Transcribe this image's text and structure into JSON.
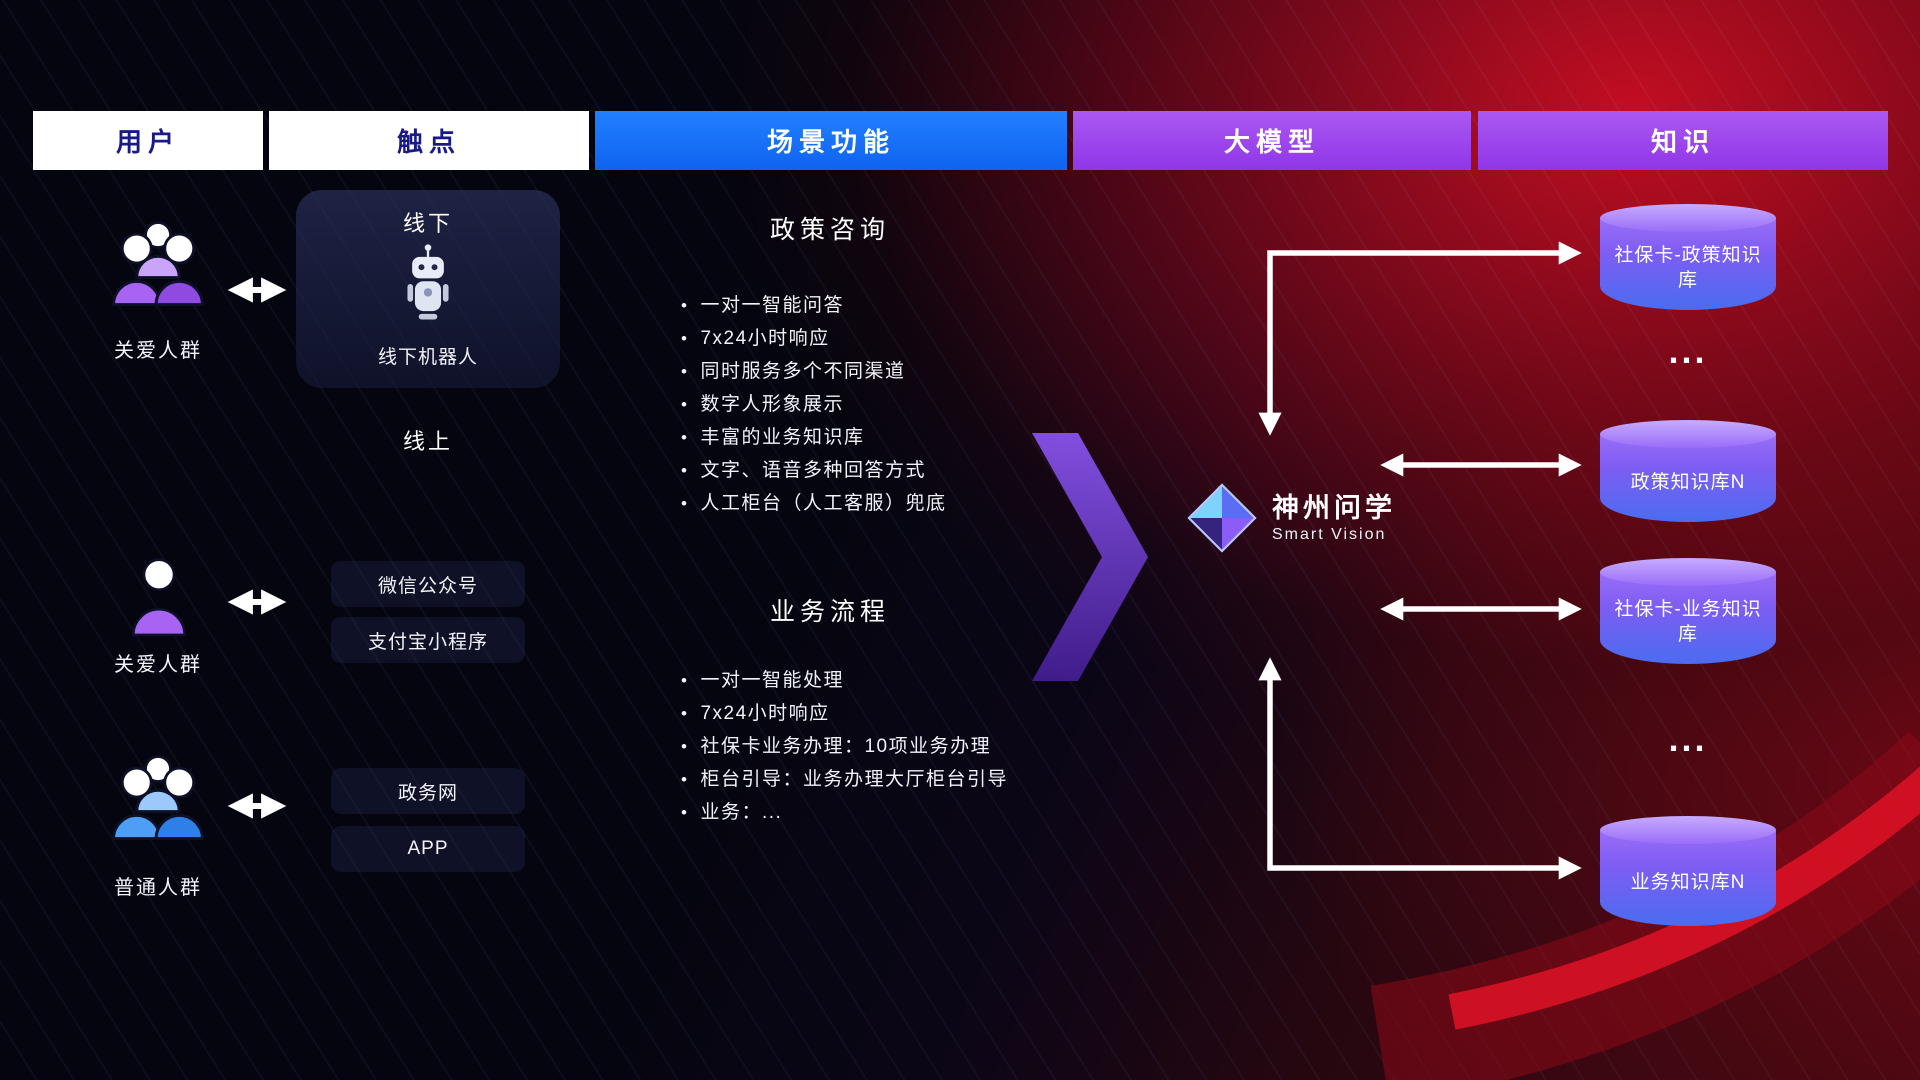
{
  "headers": [
    {
      "label": "用户",
      "variant": "white"
    },
    {
      "label": "触点",
      "variant": "white"
    },
    {
      "label": "场景功能",
      "variant": "blue"
    },
    {
      "label": "大模型",
      "variant": "purple"
    },
    {
      "label": "知识",
      "variant": "purple"
    }
  ],
  "users": [
    {
      "label": "关爱人群",
      "type": "group",
      "color": "purple"
    },
    {
      "label": "关爱人群",
      "type": "single",
      "color": "purple"
    },
    {
      "label": "普通人群",
      "type": "group",
      "color": "blue"
    }
  ],
  "touchpoints": {
    "offline_title": "线下",
    "offline_robot": "线下机器人",
    "online_title": "线上",
    "channels": [
      "微信公众号",
      "支付宝小程序",
      "政务网",
      "APP"
    ]
  },
  "scenarios": [
    {
      "title": "政策咨询",
      "items": [
        "一对一智能问答",
        "7x24小时响应",
        "同时服务多个不同渠道",
        "数字人形象展示",
        "丰富的业务知识库",
        "文字、语音多种回答方式",
        "人工柜台（人工客服）兜底"
      ]
    },
    {
      "title": "业务流程",
      "items": [
        "一对一智能处理",
        "7x24小时响应",
        "社保卡业务办理：10项业务办理",
        "柜台引导：业务办理大厅柜台引导",
        "业务：..."
      ]
    }
  ],
  "model": {
    "name": "神州问学",
    "subtitle": "Smart Vision"
  },
  "knowledge": {
    "databases": [
      "社保卡-政策知识库",
      "政策知识库N",
      "社保卡-业务知识库",
      "业务知识库N"
    ],
    "ellipsis": "..."
  },
  "colors": {
    "header_blue": "#1677ff",
    "header_purple": "#9d4df0",
    "header_text_dark": "#191a86",
    "arrow_white": "#ffffff",
    "cylinder_top": "#b59af9",
    "cylinder_bottom": "#4a6cf0",
    "accent_red": "#c40d20",
    "accent_purple": "#7c4fe8"
  }
}
